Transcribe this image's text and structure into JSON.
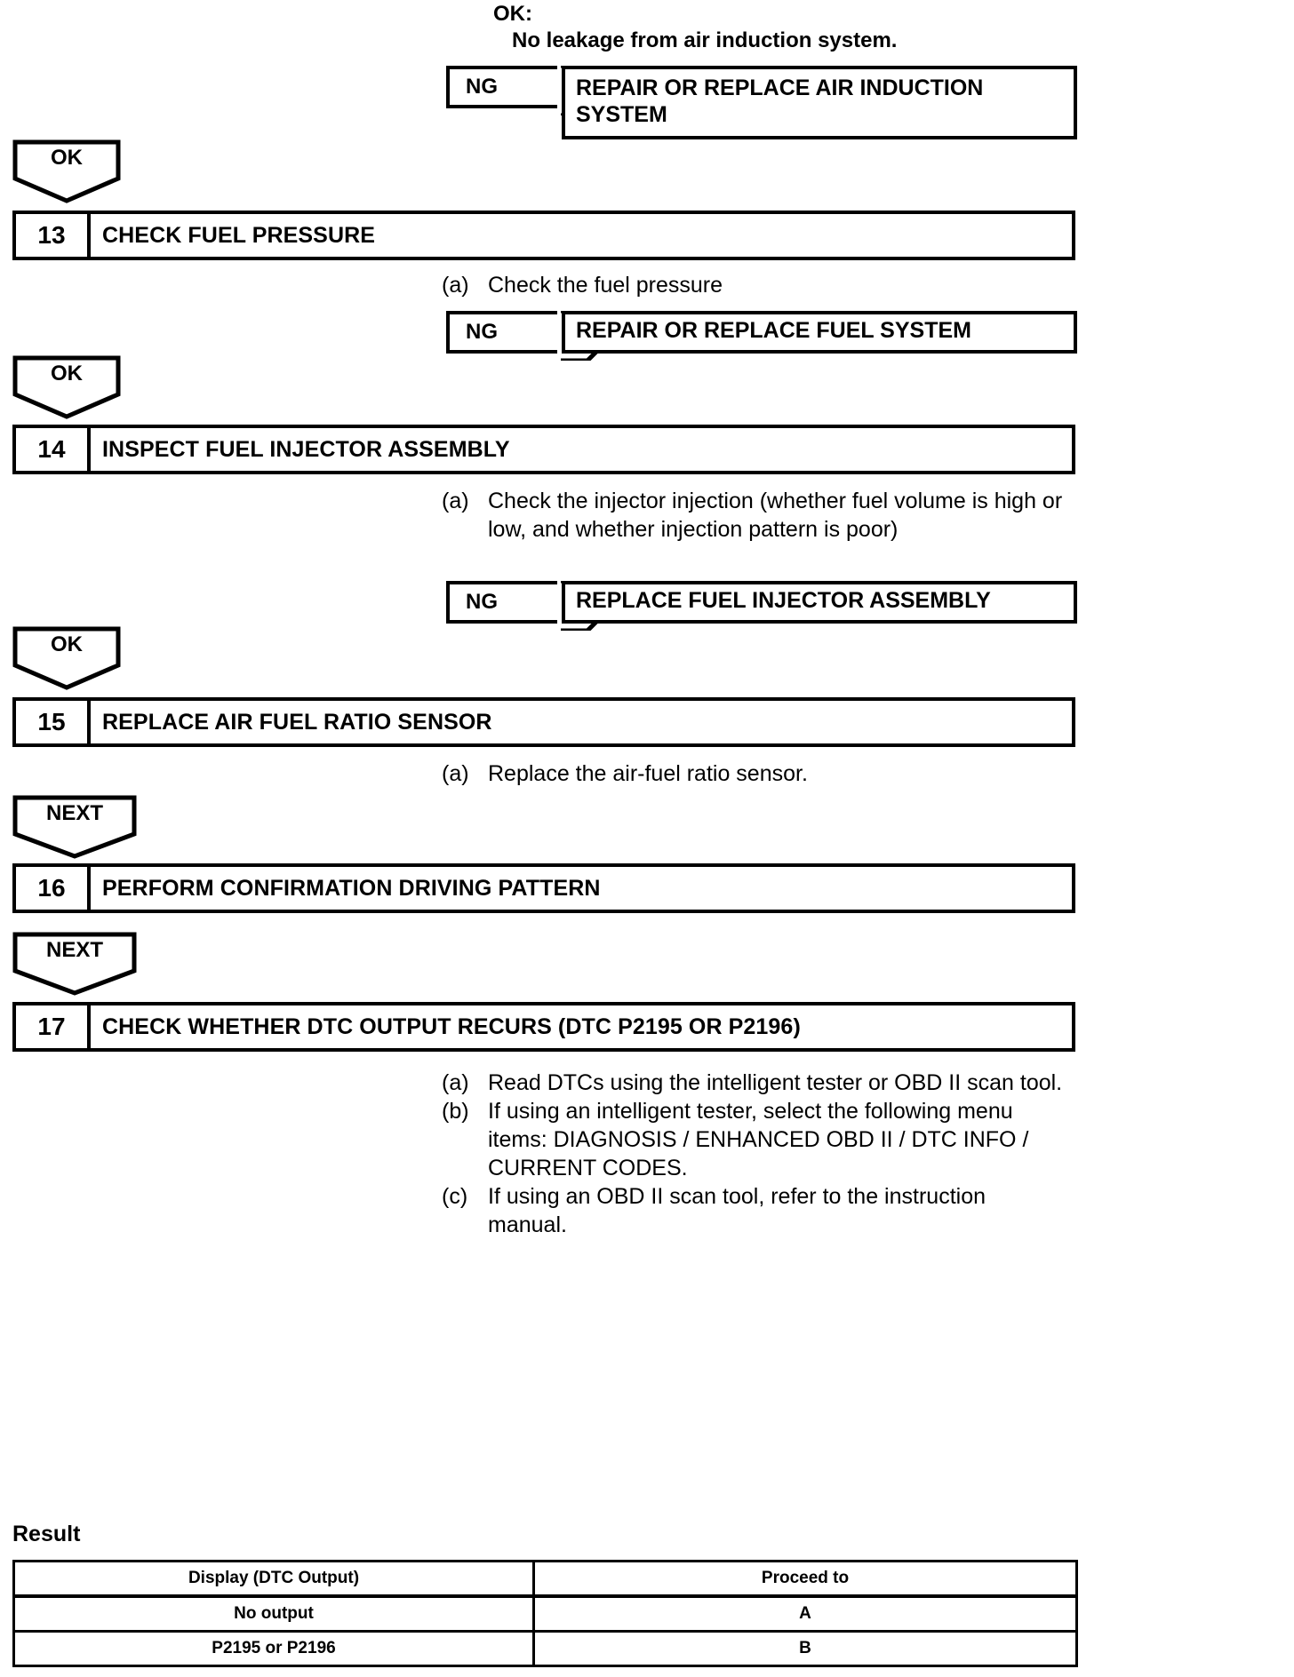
{
  "header_note": {
    "label": "OK:",
    "text": "No leakage from air induction system."
  },
  "labels": {
    "ng": "NG",
    "ok": "OK",
    "next": "NEXT"
  },
  "action_boxes": {
    "air_induction": "REPAIR OR REPLACE AIR INDUCTION SYSTEM",
    "fuel_system": "REPAIR OR REPLACE FUEL SYSTEM",
    "fuel_injector": "REPLACE FUEL INJECTOR ASSEMBLY"
  },
  "steps": [
    {
      "number": "13",
      "title": "CHECK FUEL PRESSURE",
      "instructions": [
        {
          "marker": "(a)",
          "text": "Check the fuel pressure"
        }
      ],
      "exit": "OK"
    },
    {
      "number": "14",
      "title": "INSPECT FUEL INJECTOR ASSEMBLY",
      "instructions": [
        {
          "marker": "(a)",
          "text": "Check the injector injection (whether fuel volume is high or low, and whether injection pattern is poor)"
        }
      ],
      "exit": "OK"
    },
    {
      "number": "15",
      "title": "REPLACE AIR FUEL RATIO SENSOR",
      "instructions": [
        {
          "marker": "(a)",
          "text": "Replace the air-fuel ratio sensor."
        }
      ],
      "exit": "NEXT"
    },
    {
      "number": "16",
      "title": "PERFORM CONFIRMATION DRIVING PATTERN",
      "instructions": [],
      "exit": "NEXT"
    },
    {
      "number": "17",
      "title": "CHECK WHETHER DTC OUTPUT RECURS (DTC P2195 OR P2196)",
      "instructions": [
        {
          "marker": "(a)",
          "text": "Read DTCs using the intelligent tester or OBD II scan tool."
        },
        {
          "marker": "(b)",
          "text": "If using an intelligent tester, select the following menu items: DIAGNOSIS / ENHANCED OBD II / DTC INFO / CURRENT CODES."
        },
        {
          "marker": "(c)",
          "text": "If using an OBD II scan tool, refer to the instruction manual."
        }
      ],
      "exit": null
    }
  ],
  "result": {
    "label": "Result",
    "columns": [
      "Display (DTC Output)",
      "Proceed to"
    ],
    "rows": [
      [
        "No output",
        "A"
      ],
      [
        "P2195 or P2196",
        "B"
      ]
    ]
  }
}
